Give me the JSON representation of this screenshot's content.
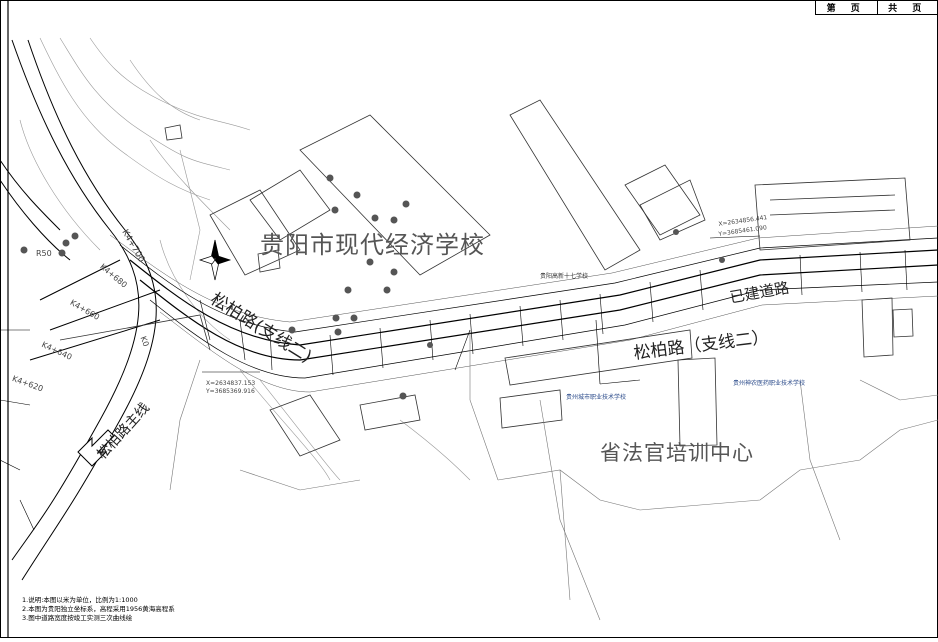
{
  "titleblock": {
    "page_label": "第 页",
    "total_label": "共 页"
  },
  "labels": {
    "school_modern_econ": "贵阳市现代经济学校",
    "road_branch2_a": "松柏路(支线二)",
    "road_branch2_b": "松柏路（支线二）",
    "road_built": "已建道路",
    "court_training": "省法官培训中心",
    "road_main": "松柏路主线",
    "school_17": "贵阳高新十七学校",
    "school_vocational": "贵州神农医药职业技术学校",
    "school_mid_blue": "贵州城市职业技术学校",
    "station_k4700": "K4+700",
    "station_k4680": "K4+680",
    "station_k4660": "K4+660",
    "station_k4640": "K4+640",
    "station_k4620": "K4+620",
    "station_k0": "K0",
    "radius_r50": "R50",
    "coord_x_right": "X=2634856.441",
    "coord_y_right": "Y=3685461.090",
    "coord_x_left": "X=2634837.153",
    "coord_y_left": "Y=3685369.916"
  },
  "notes": [
    "1.说明:本图以米为单位，比例为1:1000",
    "2.本图为贵阳独立坐标系，高程采用1956黄海高程系",
    "3.图中道路宽度按竣工实测三次曲线绘"
  ]
}
